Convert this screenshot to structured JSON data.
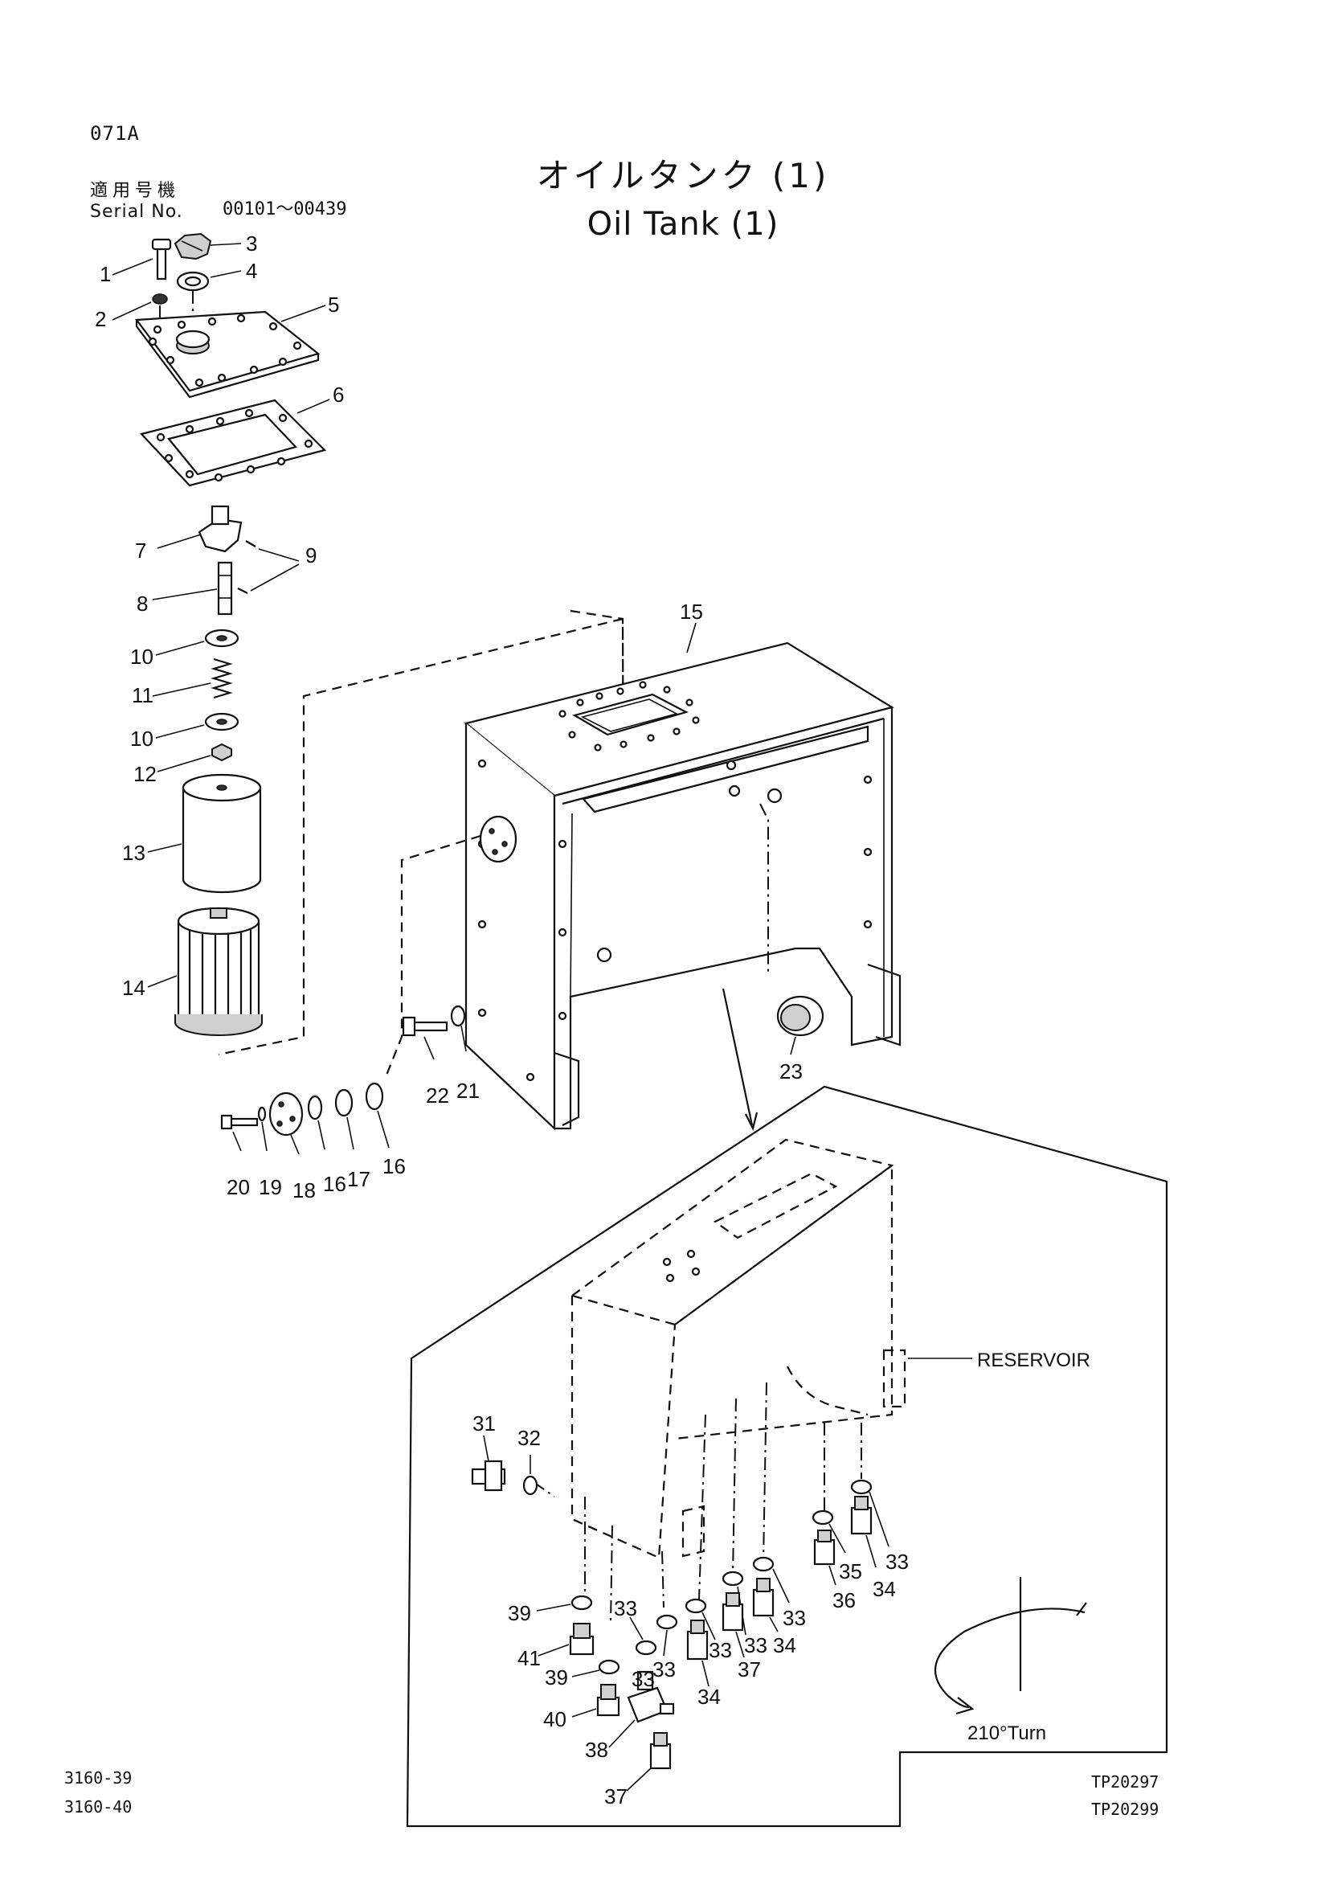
{
  "header": {
    "page_code": "071A",
    "title_jp": "オイルタンク (1)",
    "title_en": "Oil Tank (1)",
    "serial_label_jp": "適用号機",
    "serial_label_en": "Serial No.",
    "serial_range": "00101～00439"
  },
  "annotations": {
    "reservoir": "RESERVOIR",
    "turn": "210°Turn"
  },
  "footer": {
    "refs": [
      "3160-39",
      "3160-40"
    ],
    "tp_codes": [
      "TP20297",
      "TP20299"
    ]
  },
  "parts": {
    "p1": "1",
    "p2": "2",
    "p3": "3",
    "p4": "4",
    "p5": "5",
    "p6": "6",
    "p7": "7",
    "p8": "8",
    "p9": "9",
    "p10a": "10",
    "p10b": "10",
    "p11": "11",
    "p12": "12",
    "p13": "13",
    "p14": "14",
    "p15": "15",
    "p16a": "16",
    "p16b": "16",
    "p17": "17",
    "p18": "18",
    "p19": "19",
    "p20": "20",
    "p21": "21",
    "p22": "22",
    "p23": "23",
    "p31": "31",
    "p32": "32",
    "p33a": "33",
    "p33b": "33",
    "p33c": "33",
    "p33d": "33",
    "p33e": "33",
    "p33f": "33",
    "p33g": "33",
    "p34a": "34",
    "p34b": "34",
    "p34c": "34",
    "p35": "35",
    "p36": "36",
    "p37a": "37",
    "p37b": "37",
    "p38": "38",
    "p39a": "39",
    "p39b": "39",
    "p40": "40",
    "p41": "41"
  }
}
